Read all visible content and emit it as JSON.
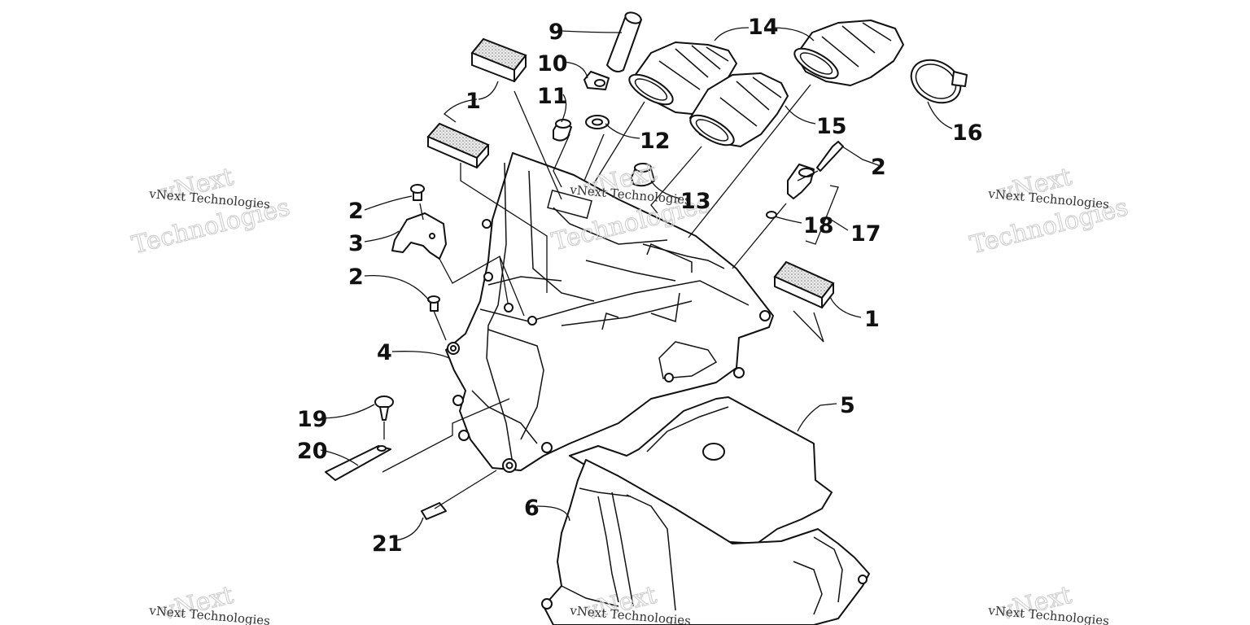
{
  "watermark": {
    "brand_line1": "vNext",
    "brand_line2": "Technologies",
    "caption": "vNext Technologies"
  },
  "callouts": {
    "c1a": "1",
    "c1b": "1",
    "c2a": "2",
    "c2b": "2",
    "c2c": "2",
    "c3": "3",
    "c4": "4",
    "c5": "5",
    "c6": "6",
    "c9": "9",
    "c10": "10",
    "c11": "11",
    "c12": "12",
    "c13": "13",
    "c14": "14",
    "c15": "15",
    "c16": "16",
    "c17": "17",
    "c18": "18",
    "c19": "19",
    "c20": "20",
    "c21": "21"
  }
}
